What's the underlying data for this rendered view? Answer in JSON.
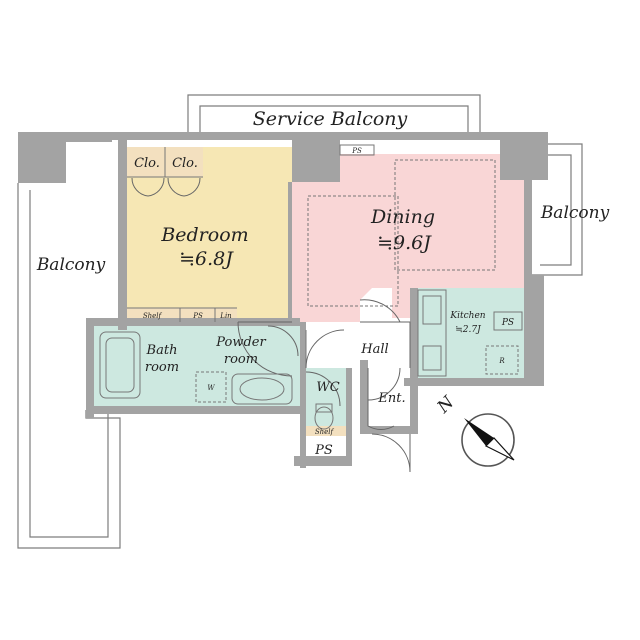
{
  "rooms": {
    "service_balcony": "Service Balcony",
    "balcony_left": "Balcony",
    "balcony_right": "Balcony",
    "bedroom": "Bedroom",
    "bedroom_size": "≒6.8J",
    "dining": "Dining",
    "dining_size": "≒9.6J",
    "kitchen": "Kitchen",
    "kitchen_size": "≒2.7J",
    "bath": "Bath",
    "bath_2": "room",
    "powder": "Powder",
    "powder_2": "room",
    "hall": "Hall",
    "wc": "WC",
    "entrance": "Ent."
  },
  "labels": {
    "closet_1": "Clo.",
    "closet_2": "Clo.",
    "shelf": "Shelf",
    "ps_bedroom": "PS",
    "linen": "Lin",
    "ps_top": "PS",
    "ps_kitchen": "PS",
    "refrigerator": "R",
    "washer": "W",
    "wc_shelf": "Shelf",
    "ps_bottom": "PS"
  },
  "compass": {
    "north": "N"
  },
  "colors": {
    "bedroom": "#f6e7b4",
    "dining": "#f9d6d6",
    "wet_areas": "#cde8e0",
    "closet": "#f3e0bf",
    "wall": "#a3a3a3"
  }
}
